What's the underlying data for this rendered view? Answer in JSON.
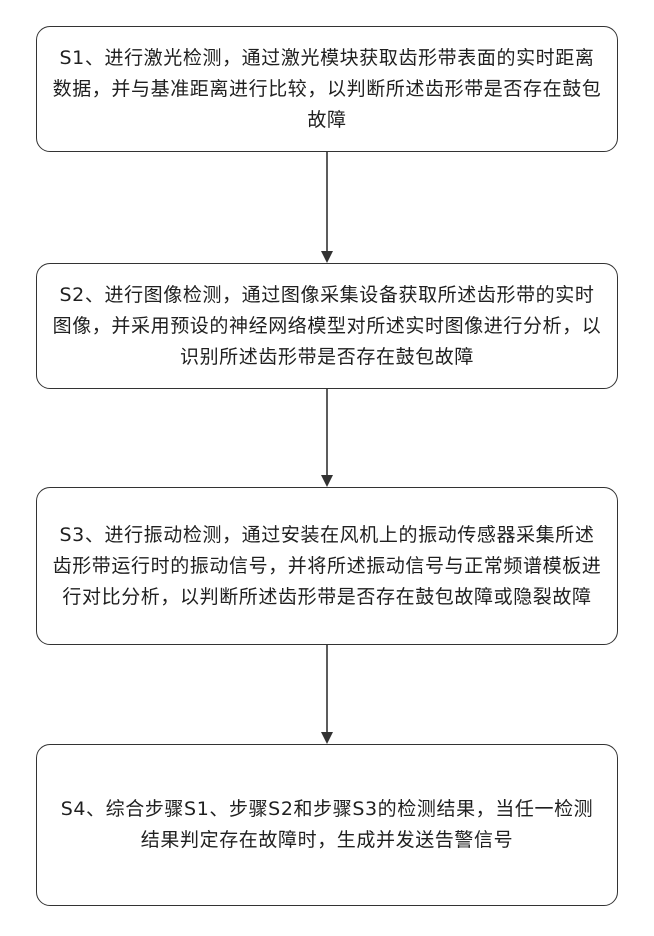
{
  "steps": [
    {
      "id": "s1",
      "text": "S1、进行激光检测，通过激光模块获取齿形带表面的实时距离数据，并与基准距离进行比较，以判断所述齿形带是否存在鼓包故障"
    },
    {
      "id": "s2",
      "text": "S2、进行图像检测，通过图像采集设备获取所述齿形带的实时图像，并采用预设的神经网络模型对所述实时图像进行分析，以识别所述齿形带是否存在鼓包故障"
    },
    {
      "id": "s3",
      "text": "S3、进行振动检测，通过安装在风机上的振动传感器采集所述齿形带运行时的振动信号，并将所述振动信号与正常频谱模板进行对比分析，以判断所述齿形带是否存在鼓包故障或隐裂故障"
    },
    {
      "id": "s4",
      "text": "S4、综合步骤S1、步骤S2和步骤S3的检测结果，当任一检测结果判定存在故障时，生成并发送告警信号"
    }
  ]
}
